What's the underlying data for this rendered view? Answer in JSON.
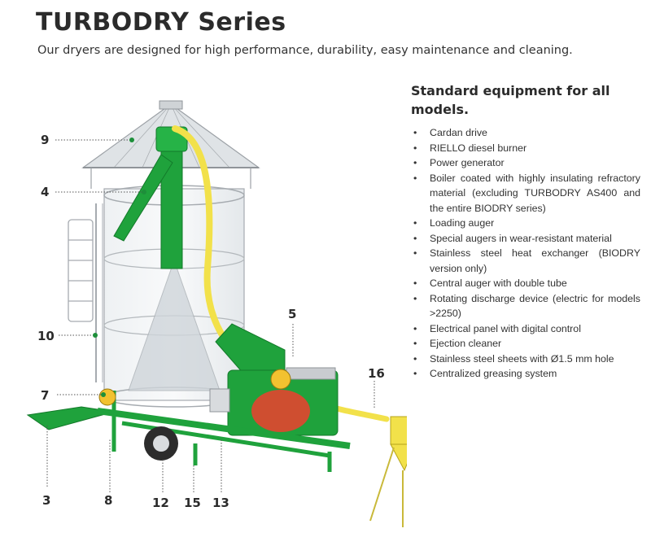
{
  "header": {
    "title": "TURBODRY Series",
    "subtitle": "Our dryers are designed for high performance, durability, easy maintenance and cleaning."
  },
  "equipment": {
    "heading": "Standard equipment for all models.",
    "items": [
      "Cardan drive",
      "RIELLO diesel burner",
      "Power generator",
      "Boiler coated with highly insulating refractory material (excluding TURBODRY AS400 and the entire BIODRY series)",
      "Loading auger",
      "Special augers in wear-resistant material",
      "Stainless steel heat exchanger (BIODRY version only)",
      "Central auger with double tube",
      "Rotating discharge device (electric for models >2250)",
      "Electrical panel with digital control",
      "Ejection cleaner",
      "Stainless steel sheets with Ø1.5 mm hole",
      "Centralized greasing system"
    ]
  },
  "callouts": [
    "9",
    "4",
    "10",
    "7",
    "3",
    "8",
    "12",
    "15",
    "13",
    "5",
    "16"
  ],
  "colors": {
    "machine_green": "#1fa23c",
    "auger_yellow": "#f2e14a",
    "burner_red": "#e2452f",
    "frame_grey": "#b9bcc0"
  }
}
